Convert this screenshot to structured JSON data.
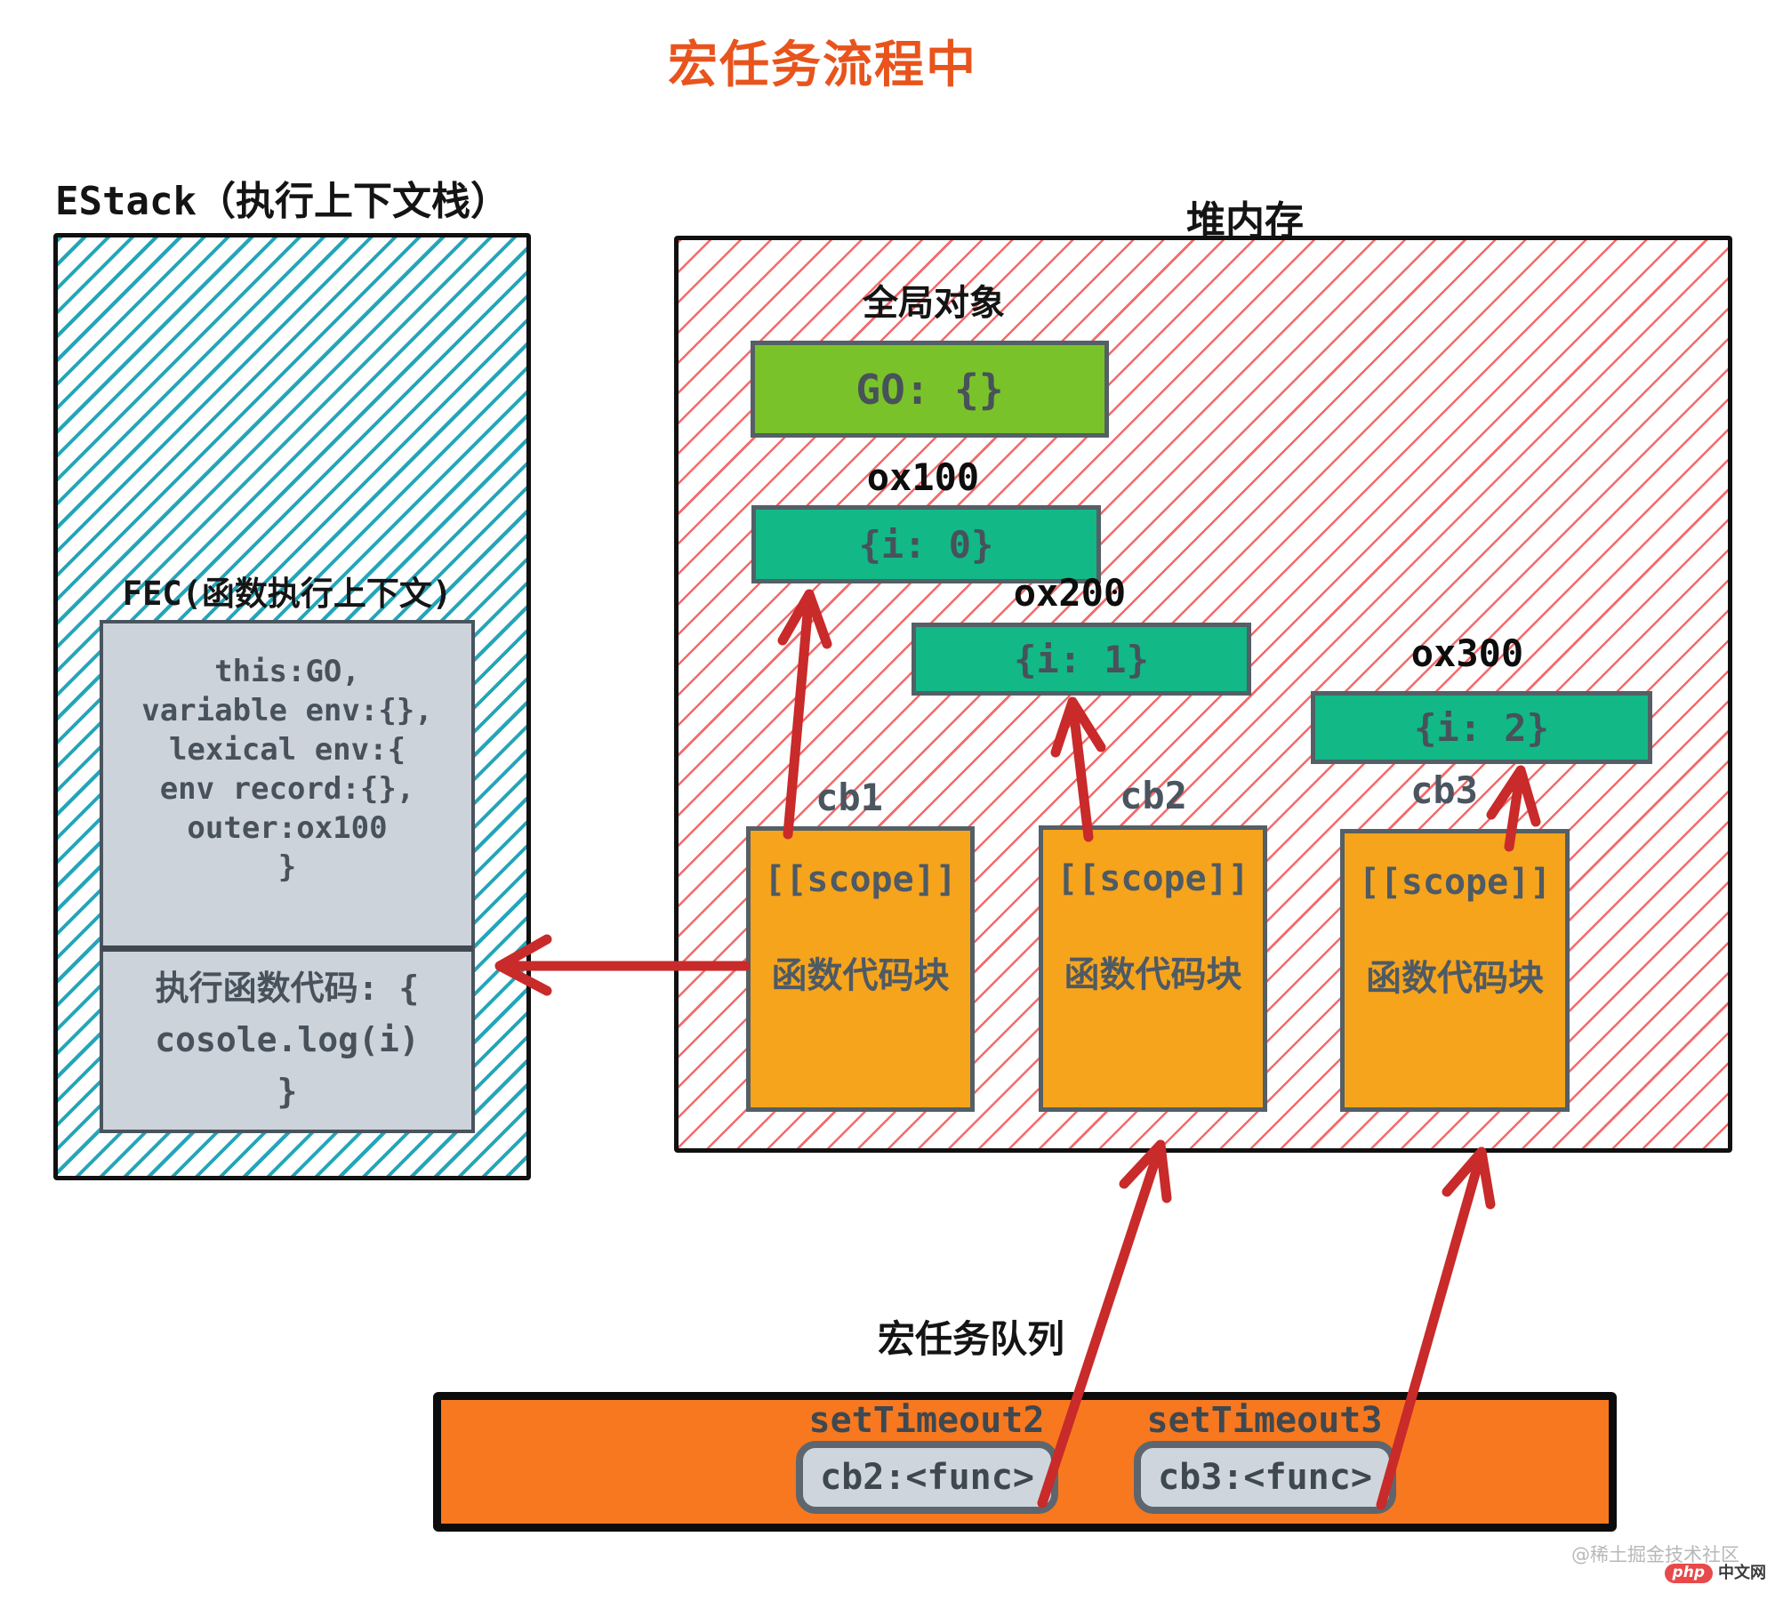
{
  "title": "宏任务流程中",
  "estack": {
    "label_en": "EStack",
    "label_cn": "（执行上下文栈）",
    "fec_label": "FEC(函数执行上下文)",
    "fec_lines": [
      "this:GO,",
      "variable env:{},",
      "lexical env:{",
      "env record:{},",
      "outer:ox100",
      "}"
    ],
    "exec_lines": [
      "执行函数代码: {",
      "cosole.log(i)",
      "}"
    ]
  },
  "heap": {
    "label": "堆内存",
    "global_label": "全局对象",
    "global_value": "GO: {}",
    "objects": [
      {
        "addr": "ox100",
        "value": "{i: 0}"
      },
      {
        "addr": "ox200",
        "value": "{i: 1}"
      },
      {
        "addr": "ox300",
        "value": "{i: 2}"
      }
    ],
    "callbacks": [
      {
        "name": "cb1",
        "scope": "[[scope]]",
        "body": "函数代码块"
      },
      {
        "name": "cb2",
        "scope": "[[scope]]",
        "body": "函数代码块"
      },
      {
        "name": "cb3",
        "scope": "[[scope]]",
        "body": "函数代码块"
      }
    ]
  },
  "queue": {
    "label": "宏任务队列",
    "items": [
      {
        "timer": "setTimeout2",
        "value": "cb2:<func>"
      },
      {
        "timer": "setTimeout3",
        "value": "cb3:<func>"
      }
    ]
  },
  "watermark": {
    "line1": "@稀土掘金技术社区",
    "badge": "php",
    "badge_suffix": "中文网"
  },
  "colors": {
    "title": "#e8541c",
    "estack_hatch": "#18a0b5",
    "heap_hatch": "#f35a5a",
    "global_box": "#7ac229",
    "object_box": "#12b886",
    "callback_box": "#f6a41c",
    "queue_bar": "#f8781f",
    "gray_panel": "#cdd3da",
    "arrow": "#c92a2a"
  }
}
